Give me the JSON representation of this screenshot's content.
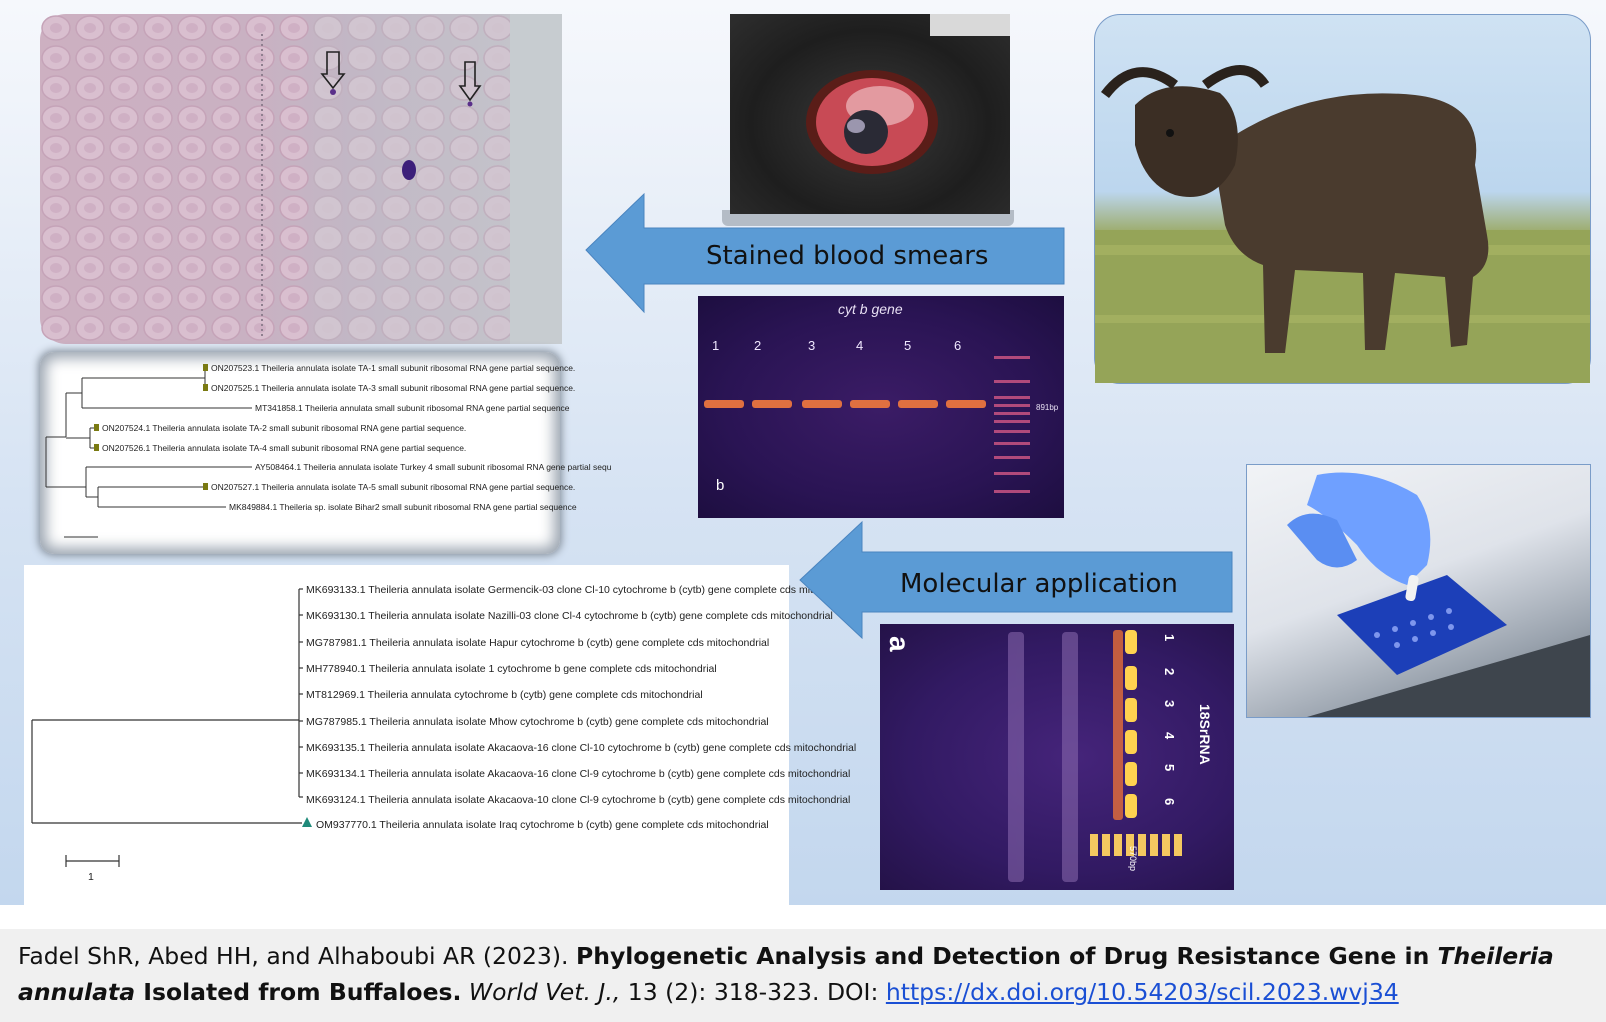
{
  "arrows": {
    "stained": "Stained blood smears",
    "molecular": "Molecular application"
  },
  "gel_b": {
    "title": "cyt b gene",
    "lanes": [
      "1",
      "2",
      "3",
      "4",
      "5",
      "6"
    ],
    "marker": "891bp",
    "panel": "b"
  },
  "gel_a": {
    "panel": "a",
    "lanes": [
      "1",
      "2",
      "3",
      "4",
      "5",
      "6"
    ],
    "gene": "18SrRNA",
    "marker": "570bp"
  },
  "tree1": {
    "leaves": [
      "ON207523.1 Theileria annulata isolate TA-1 small subunit ribosomal RNA gene partial sequence.",
      "ON207525.1 Theileria annulata isolate TA-3 small subunit ribosomal RNA gene partial sequence.",
      "MT341858.1 Theileria annulata small subunit ribosomal RNA gene partial sequence",
      "ON207524.1 Theileria annulata isolate TA-2 small subunit ribosomal RNA gene partial sequence.",
      "ON207526.1 Theileria annulata isolate TA-4 small subunit ribosomal RNA gene partial sequence.",
      "AY508464.1 Theileria annulata isolate Turkey 4 small subunit ribosomal RNA gene partial sequ",
      "ON207527.1 Theileria annulata isolate TA-5 small subunit ribosomal RNA gene partial sequence.",
      "MK849884.1 Theileria sp. isolate Bihar2 small subunit ribosomal RNA gene partial sequence"
    ]
  },
  "tree2": {
    "leaves": [
      "MK693133.1 Theileria annulata isolate Germencik-03 clone Cl-10 cytochrome b (cytb) gene complete cds mitochondrial",
      "MK693130.1 Theileria annulata isolate Nazilli-03 clone Cl-4 cytochrome b (cytb) gene complete cds mitochondrial",
      "MG787981.1 Theileria annulata isolate Hapur cytochrome b (cytb) gene complete cds mitochondrial",
      "MH778940.1 Theileria annulata isolate 1 cytochrome b gene complete cds mitochondrial",
      "MT812969.1 Theileria annulata cytochrome b (cytb) gene complete cds mitochondrial",
      "MG787985.1 Theileria annulata isolate Mhow cytochrome b (cytb) gene complete cds mitochondrial",
      "MK693135.1 Theileria annulata isolate Akacaova-16 clone Cl-10 cytochrome b (cytb) gene complete cds mitochondrial",
      "MK693134.1 Theileria annulata isolate Akacaova-16 clone Cl-9 cytochrome b (cytb) gene complete cds mitochondrial",
      "MK693124.1 Theileria annulata isolate Akacaova-10 clone Cl-9 cytochrome b (cytb) gene complete cds mitochondrial",
      "OM937770.1 Theileria annulata isolate Iraq cytochrome b (cytb) gene complete cds mitochondrial"
    ],
    "scale": "1"
  },
  "citation": {
    "authors": "Fadel ShR, Abed HH, and Alhaboubi AR (2023). ",
    "title_a": "Phylogenetic Analysis and Detection of Drug Resistance Gene in ",
    "title_species": "Theileria annulata",
    "title_b": " Isolated from Buffaloes.",
    "journal": "World Vet. J.,",
    "volume": " 13 (2): 318-323. DOI: ",
    "doi": "https://dx.doi.org/10.54203/scil.2023.wvj34"
  },
  "colors": {
    "arrow_fill": "#5b9bd5",
    "panel_bg": "#d6e3f3",
    "link": "#1a4fd4"
  }
}
